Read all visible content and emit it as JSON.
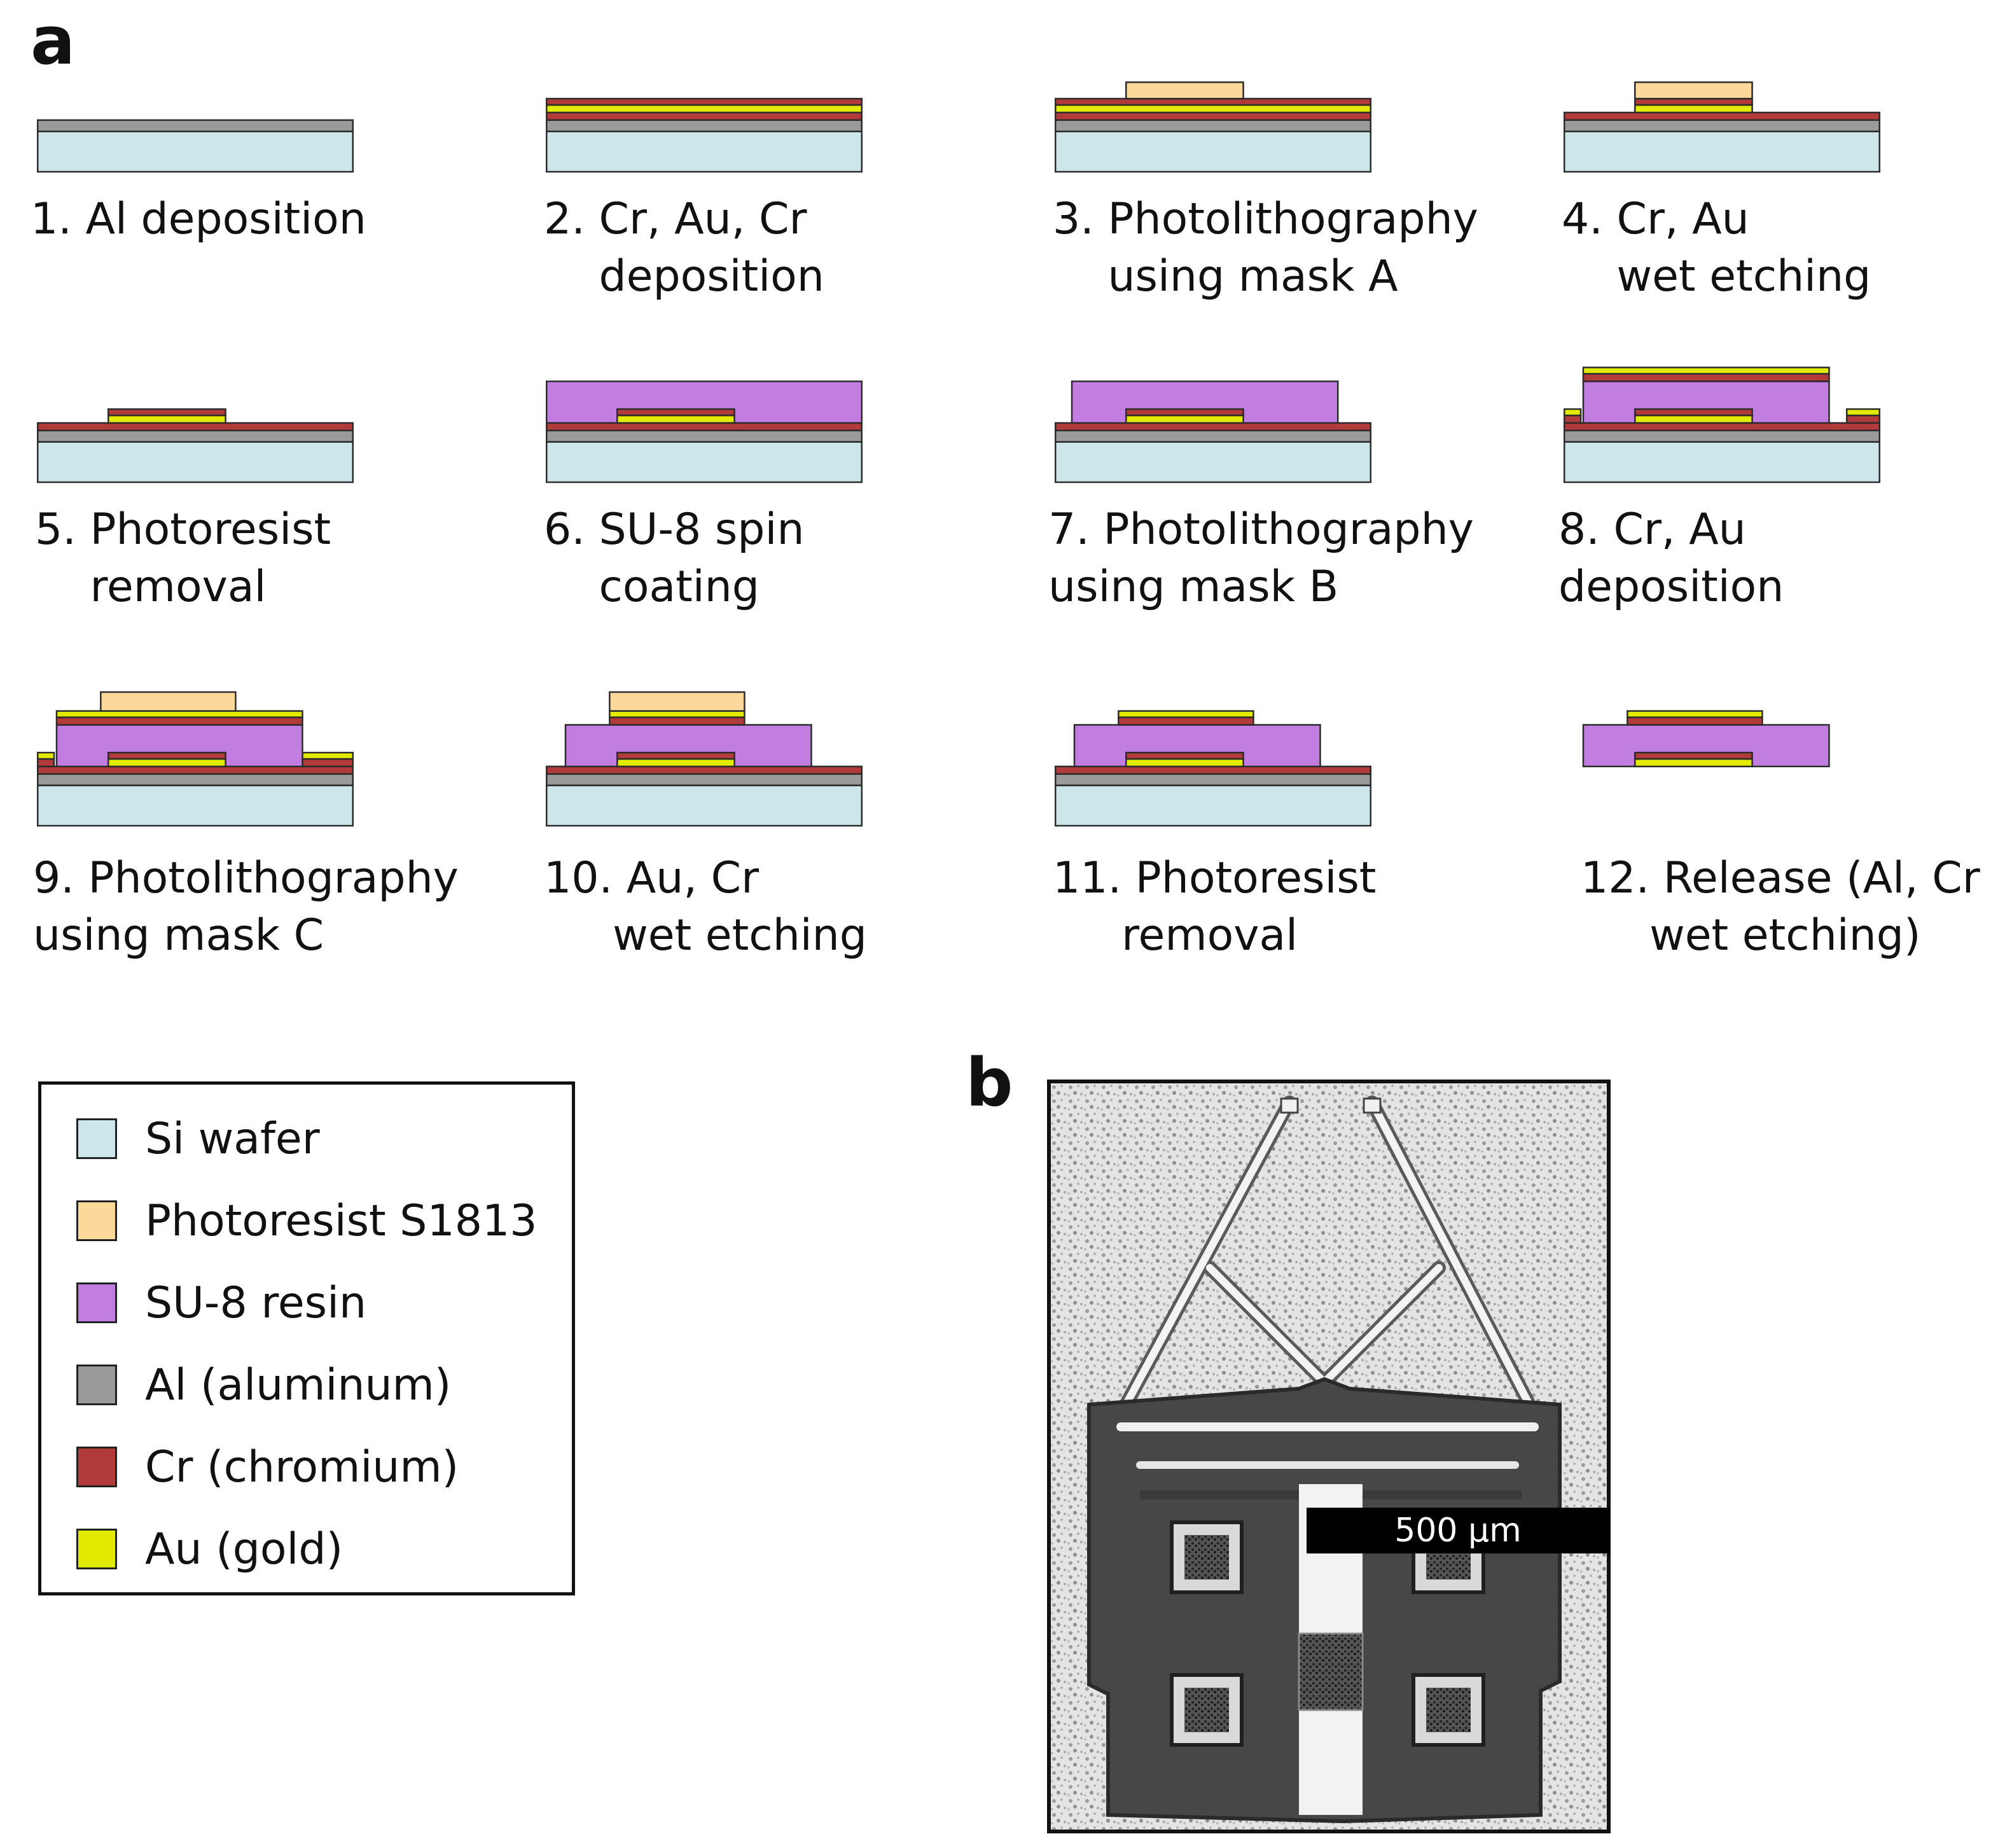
{
  "panels": {
    "a": "a",
    "b": "b"
  },
  "colors": {
    "si": "#cde6e9",
    "pr": "#fcd99b",
    "su8": "#c17ee0",
    "al": "#9a9a9a",
    "cr": "#b13a3a",
    "au": "#e2ea00"
  },
  "steps": [
    {
      "line1": "1. Al deposition",
      "line2": ""
    },
    {
      "line1": "2. Cr, Au, Cr",
      "line2": "    deposition"
    },
    {
      "line1": "3. Photolithography",
      "line2": "    using mask A"
    },
    {
      "line1": "4. Cr, Au",
      "line2": "    wet etching"
    },
    {
      "line1": "5. Photoresist",
      "line2": "    removal"
    },
    {
      "line1": "6. SU-8 spin",
      "line2": "    coating"
    },
    {
      "line1": "7. Photolithography",
      "line2": "using mask B"
    },
    {
      "line1": "8. Cr, Au",
      "line2": "deposition"
    },
    {
      "line1": "9. Photolithography",
      "line2": "using mask C"
    },
    {
      "line1": "10. Au, Cr",
      "line2": "     wet etching"
    },
    {
      "line1": "11. Photoresist",
      "line2": "     removal"
    },
    {
      "line1": "12. Release (Al, Cr",
      "line2": "     wet etching)"
    }
  ],
  "legend": [
    {
      "key": "si",
      "label": "Si wafer"
    },
    {
      "key": "pr",
      "label": "Photoresist S1813"
    },
    {
      "key": "su8",
      "label": "SU-8 resin"
    },
    {
      "key": "al",
      "label": "Al (aluminum)"
    },
    {
      "key": "cr",
      "label": "Cr (chromium)"
    },
    {
      "key": "au",
      "label": "Au (gold)"
    }
  ],
  "micrograph": {
    "scale_label": "500 µm"
  }
}
